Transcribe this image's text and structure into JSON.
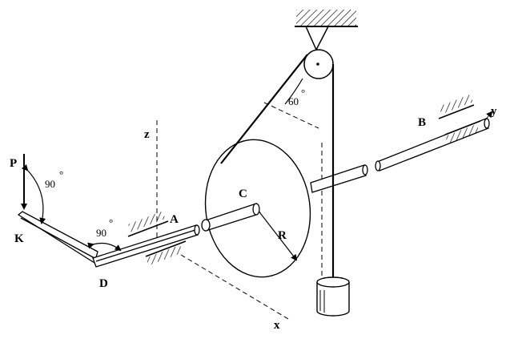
{
  "labels": {
    "force": "P",
    "point_k": "K",
    "point_d": "D",
    "point_a": "A",
    "point_c": "C",
    "point_b": "B",
    "radius": "R",
    "axis_x": "x",
    "axis_y": "y",
    "axis_z": "z"
  },
  "angles": {
    "angle_pk_value": "90",
    "angle_kda_value": "90",
    "angle_rope_value": "60",
    "degree_mark": "°"
  },
  "colors": {
    "ink": "#000000",
    "paper": "#ffffff"
  }
}
